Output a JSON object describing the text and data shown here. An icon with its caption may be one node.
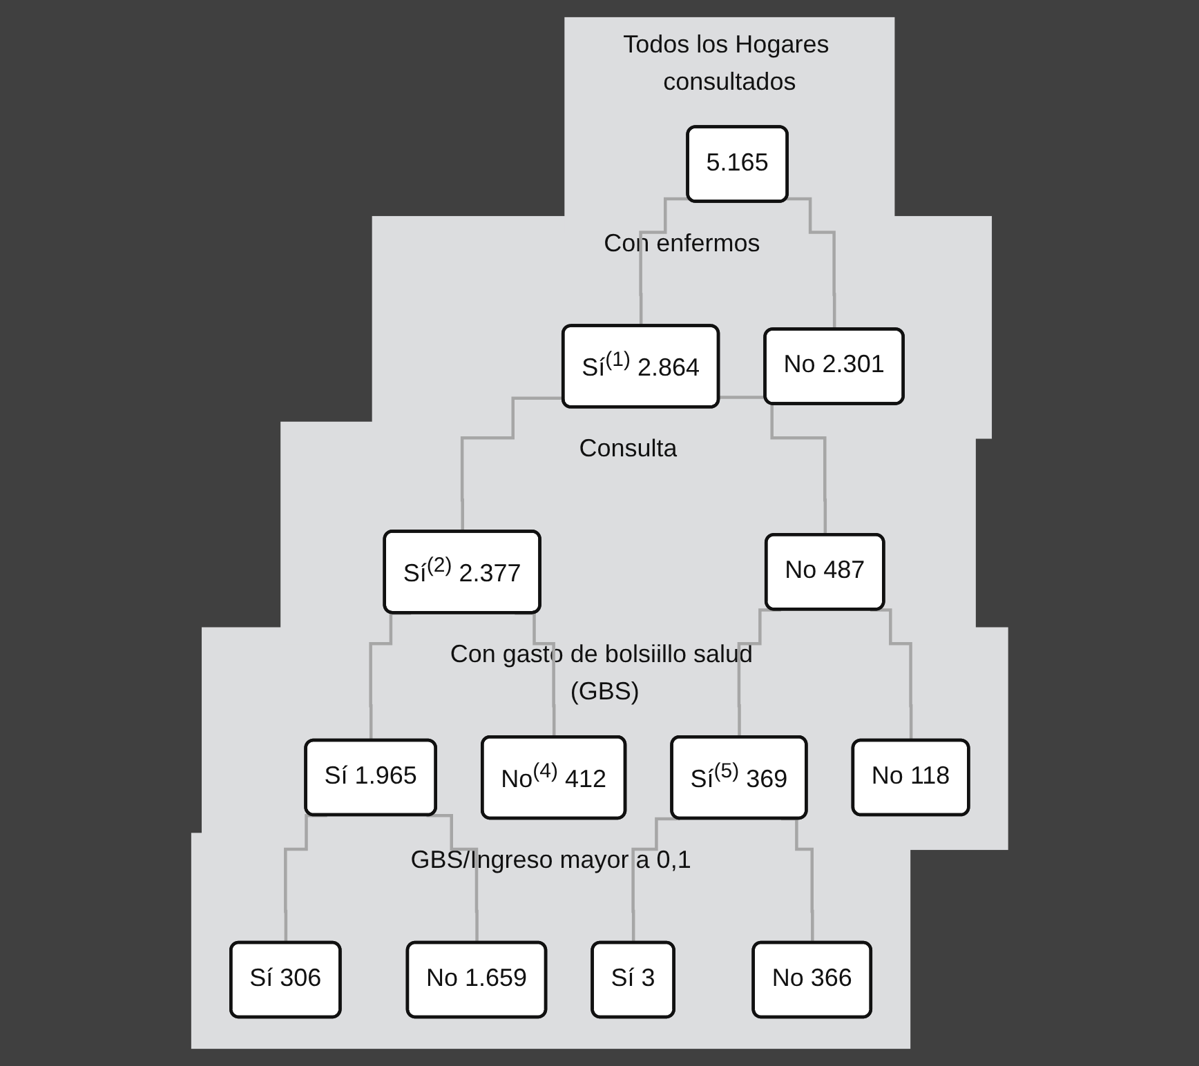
{
  "diagram": {
    "nodes": [
      {
        "text": [
          "Todos los Hogares consultados"
        ]
      },
      {
        "text": [
          "5.165"
        ],
        "in": 0
      },
      {
        "text": [
          "Con enfermos"
        ]
      },
      {
        "text": [
          "Sí$^{(1)}$ 2.864"
        ],
        "in": 2
      },
      {
        "text": [
          "No 2.301"
        ],
        "in": 2
      },
      {
        "text": [
          "Consulta"
        ]
      },
      {
        "text": [
          "Sí$^{(2)}$ 2.377"
        ],
        "in": 5
      },
      {
        "text": [
          "No 487"
        ],
        "in": 5
      },
      {
        "text": [
          "Con gasto de bolsiillo salud (GBS)"
        ]
      },
      {
        "text": [
          "Sí 1.965"
        ],
        "in": 8
      },
      {
        "text": [
          "No$^{(4)}$ 412"
        ],
        "in": 8
      },
      {
        "text": [
          "Sí$^{(5)}$ 369"
        ],
        "in": 8
      },
      {
        "text": [
          "No 118"
        ],
        "in": 8
      },
      {
        "text": [
          "GBS/Ingreso mayor a 0,1"
        ]
      },
      {
        "text": [
          "Sí 306"
        ],
        "in": 13
      },
      {
        "text": [
          "No 1.659"
        ],
        "in": 13
      },
      {
        "text": [
          "Sí 3"
        ],
        "in": 13
      },
      {
        "text": [
          "No 366"
        ],
        "in": 13
      }
    ],
    "edges": [
      {
        "from": 1,
        "to": 3,
        "arrow": "none"
      },
      {
        "from": 1,
        "to": 4,
        "arrow": "none"
      },
      {
        "from": 3,
        "to": 6,
        "arrow": "none"
      },
      {
        "from": 3,
        "to": 7,
        "arrow": "none"
      },
      {
        "from": 6,
        "to": 9,
        "arrow": "none"
      },
      {
        "from": 6,
        "to": 10,
        "arrow": "none"
      },
      {
        "from": 7,
        "to": 11,
        "arrow": "none"
      },
      {
        "from": 7,
        "to": 12,
        "arrow": "none"
      },
      {
        "from": 9,
        "to": 14,
        "arrow": "none"
      },
      {
        "from": 9,
        "to": 15,
        "arrow": "none"
      },
      {
        "from": 11,
        "to": 16,
        "arrow": "none"
      },
      {
        "from": 11,
        "to": 17,
        "arrow": "none"
      }
    ]
  }
}
